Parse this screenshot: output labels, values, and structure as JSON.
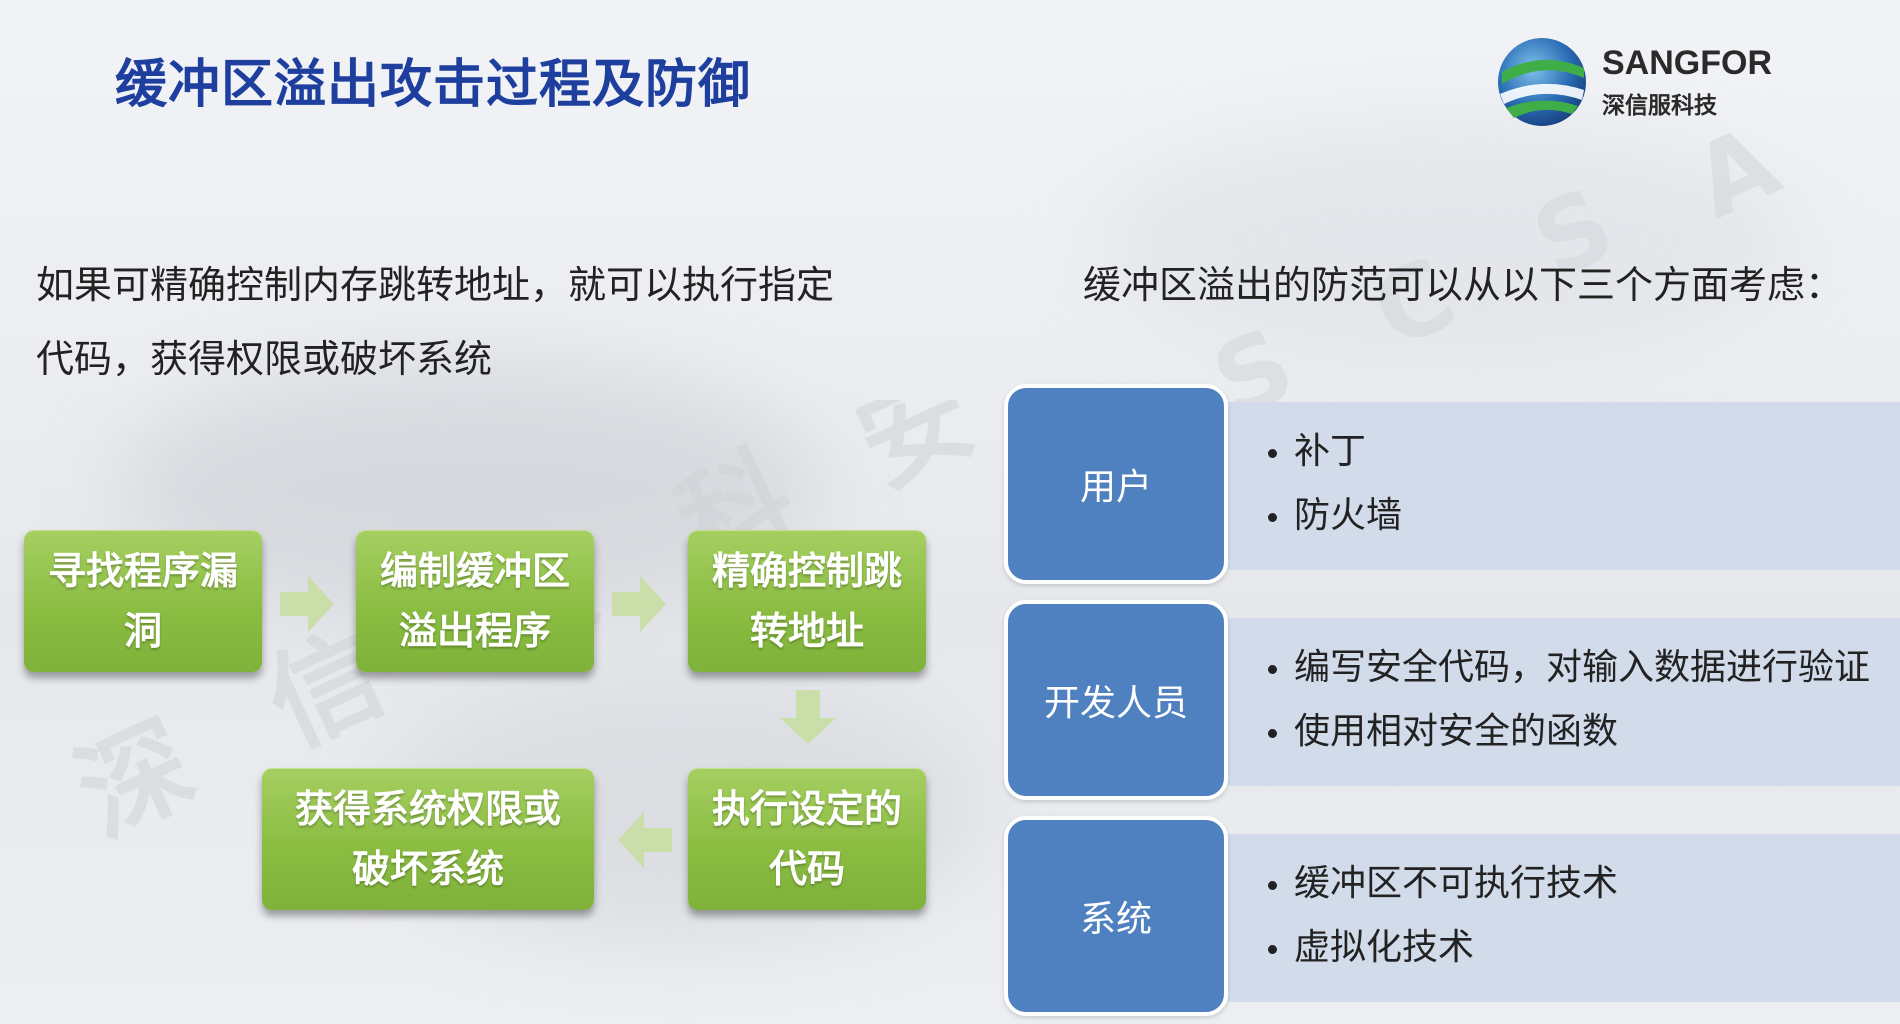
{
  "title": "缓冲区溢出攻击过程及防御",
  "logo": {
    "name": "SANGFOR",
    "subtitle": "深信服科技"
  },
  "intro": {
    "line1": "如果可精确控制内存跳转地址，就可以执行指定",
    "line2": "代码，获得权限或破坏系统"
  },
  "flow": {
    "steps": [
      {
        "line1": "寻找程序漏",
        "line2": "洞"
      },
      {
        "line1": "编制缓冲区",
        "line2": "溢出程序"
      },
      {
        "line1": "精确控制跳",
        "line2": "转地址"
      },
      {
        "line1": "执行设定的",
        "line2": "代码"
      },
      {
        "line1": "获得系统权限或",
        "line2": "破坏系统"
      }
    ]
  },
  "defense": {
    "heading": "缓冲区溢出的防范可以从以下三个方面考虑：",
    "groups": [
      {
        "label": "用户",
        "items": [
          "补丁",
          "防火墙"
        ]
      },
      {
        "label": "开发人员",
        "items": [
          "编写安全代码，对输入数据进行验证",
          "使用相对安全的函数"
        ]
      },
      {
        "label": "系统",
        "items": [
          "缓冲区不可执行技术",
          "虚拟化技术"
        ]
      }
    ]
  },
  "watermark": [
    "深",
    "信",
    "服",
    "科",
    "安",
    "S",
    "C",
    "S",
    "A"
  ],
  "colors": {
    "title": "#1f3f9f",
    "step_green": "#8bbd42",
    "category_blue": "#4f80bf",
    "panel_bg": "#d2dbe9",
    "arrow": "#c9dea8"
  }
}
